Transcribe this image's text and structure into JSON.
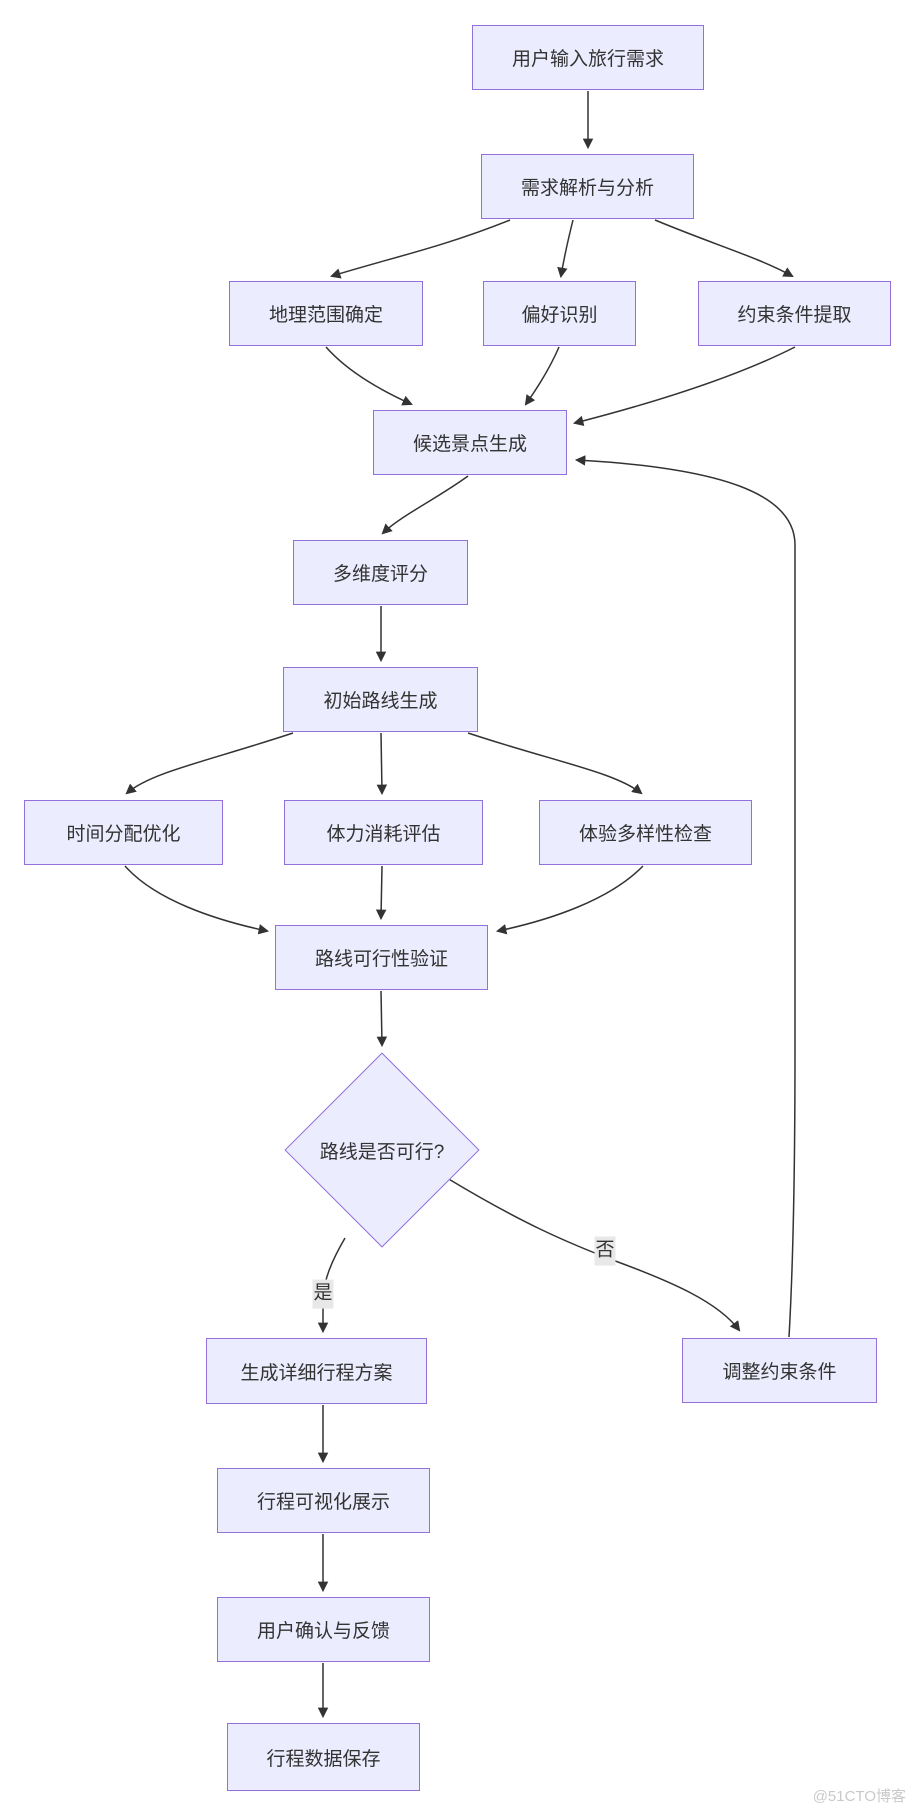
{
  "diagram": {
    "type": "flowchart",
    "direction": "top-down",
    "nodes": {
      "input": {
        "label": "用户输入旅行需求",
        "shape": "rect"
      },
      "parse": {
        "label": "需求解析与分析",
        "shape": "rect"
      },
      "geo": {
        "label": "地理范围确定",
        "shape": "rect"
      },
      "pref": {
        "label": "偏好识别",
        "shape": "rect"
      },
      "constraint": {
        "label": "约束条件提取",
        "shape": "rect"
      },
      "candidates": {
        "label": "候选景点生成",
        "shape": "rect"
      },
      "score": {
        "label": "多维度评分",
        "shape": "rect"
      },
      "route": {
        "label": "初始路线生成",
        "shape": "rect"
      },
      "time": {
        "label": "时间分配优化",
        "shape": "rect"
      },
      "stamina": {
        "label": "体力消耗评估",
        "shape": "rect"
      },
      "diversity": {
        "label": "体验多样性检查",
        "shape": "rect"
      },
      "validate": {
        "label": "路线可行性验证",
        "shape": "rect"
      },
      "decision": {
        "label": "路线是否可行?",
        "shape": "diamond"
      },
      "detail": {
        "label": "生成详细行程方案",
        "shape": "rect"
      },
      "adjust": {
        "label": "调整约束条件",
        "shape": "rect"
      },
      "visual": {
        "label": "行程可视化展示",
        "shape": "rect"
      },
      "confirm": {
        "label": "用户确认与反馈",
        "shape": "rect"
      },
      "save": {
        "label": "行程数据保存",
        "shape": "rect"
      }
    },
    "edges": [
      {
        "from": "input",
        "to": "parse",
        "label": ""
      },
      {
        "from": "parse",
        "to": "geo",
        "label": ""
      },
      {
        "from": "parse",
        "to": "pref",
        "label": ""
      },
      {
        "from": "parse",
        "to": "constraint",
        "label": ""
      },
      {
        "from": "geo",
        "to": "candidates",
        "label": ""
      },
      {
        "from": "pref",
        "to": "candidates",
        "label": ""
      },
      {
        "from": "constraint",
        "to": "candidates",
        "label": ""
      },
      {
        "from": "candidates",
        "to": "score",
        "label": ""
      },
      {
        "from": "score",
        "to": "route",
        "label": ""
      },
      {
        "from": "route",
        "to": "time",
        "label": ""
      },
      {
        "from": "route",
        "to": "stamina",
        "label": ""
      },
      {
        "from": "route",
        "to": "diversity",
        "label": ""
      },
      {
        "from": "time",
        "to": "validate",
        "label": ""
      },
      {
        "from": "stamina",
        "to": "validate",
        "label": ""
      },
      {
        "from": "diversity",
        "to": "validate",
        "label": ""
      },
      {
        "from": "validate",
        "to": "decision",
        "label": ""
      },
      {
        "from": "decision",
        "to": "detail",
        "label": "是"
      },
      {
        "from": "decision",
        "to": "adjust",
        "label": "否"
      },
      {
        "from": "adjust",
        "to": "candidates",
        "label": ""
      },
      {
        "from": "detail",
        "to": "visual",
        "label": ""
      },
      {
        "from": "visual",
        "to": "confirm",
        "label": ""
      },
      {
        "from": "confirm",
        "to": "save",
        "label": ""
      }
    ],
    "edge_labels": {
      "yes": "是",
      "no": "否"
    },
    "colors": {
      "node_fill": "#ECECFF",
      "node_border": "#9370DB",
      "edge": "#333333",
      "text": "#333333",
      "edge_label_bg": "#e8e8e8"
    },
    "watermark": "@51CTO博客"
  }
}
